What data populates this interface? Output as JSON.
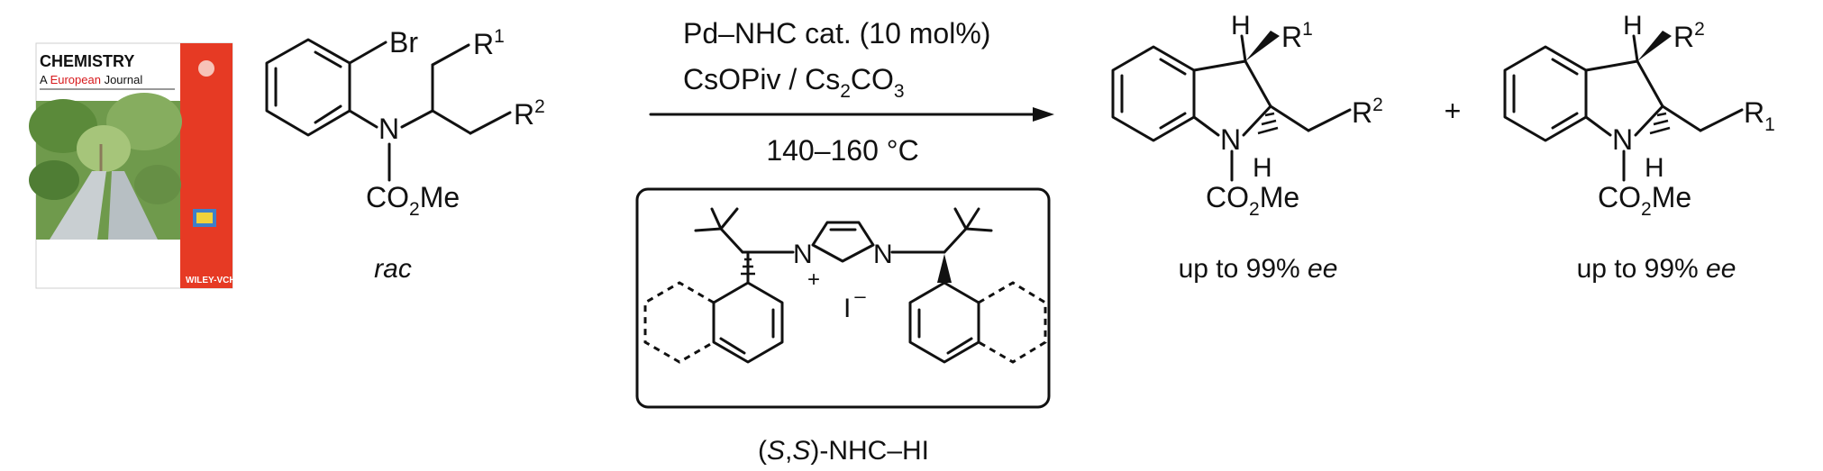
{
  "journal_cover": {
    "title_line1": "CHEMISTRY",
    "title_line2_a": "A ",
    "title_line2_b": "European",
    "title_line2_c": " Journal",
    "publisher": "WILEY-VCH",
    "accent_color": "#e63a24",
    "brand_color": "#d7191c"
  },
  "substrate": {
    "bromo": "Br",
    "r1": "R",
    "r1_sup": "1",
    "r2": "R",
    "r2_sup": "2",
    "n": "N",
    "carbamate_a": "CO",
    "carbamate_sub": "2",
    "carbamate_b": "Me",
    "stereo_label": "rac"
  },
  "conditions": {
    "line1": "Pd–NHC cat. (10 mol%)",
    "line2_a": "CsOPiv / Cs",
    "line2_sub": "2",
    "line2_b": "CO",
    "line2_sub2": "3",
    "temperature": "140–160 °C"
  },
  "ligand": {
    "n_left": "N",
    "n_right": "N",
    "plus": "+",
    "iodide": "I",
    "minus": "–",
    "name_a": "(",
    "name_s1": "S",
    "name_comma": ",",
    "name_s2": "S",
    "name_b": ")-NHC–HI"
  },
  "products": [
    {
      "h_top": "H",
      "r_top": "R",
      "r_top_sup": "1",
      "r_side": "R",
      "r_side_sup": "2",
      "n": "N",
      "h_n": "H",
      "carbamate_a": "CO",
      "carbamate_sub": "2",
      "carbamate_b": "Me",
      "ee_a": "up to 99% ",
      "ee_b": "ee"
    },
    {
      "h_top": "H",
      "r_top": "R",
      "r_top_sup": "2",
      "r_side": "R",
      "r_side_sub": "1",
      "n": "N",
      "h_n": "H",
      "carbamate_a": "CO",
      "carbamate_sub": "2",
      "carbamate_b": "Me",
      "ee_a": "up to 99% ",
      "ee_b": "ee"
    }
  ],
  "plus_sign": "+"
}
